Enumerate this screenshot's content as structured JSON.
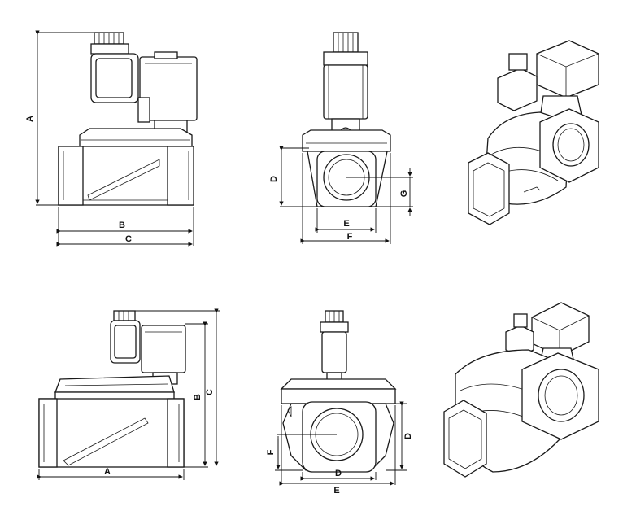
{
  "views": {
    "top_side": {
      "A": "A",
      "B": "B",
      "C": "C"
    },
    "top_front": {
      "D": "D",
      "E": "E",
      "F": "F",
      "G": "G"
    },
    "bottom_side": {
      "A": "A",
      "B": "B",
      "C": "C"
    },
    "bottom_front": {
      "D_right": "D",
      "D_bottom": "D",
      "E": "E",
      "F": "F"
    }
  }
}
